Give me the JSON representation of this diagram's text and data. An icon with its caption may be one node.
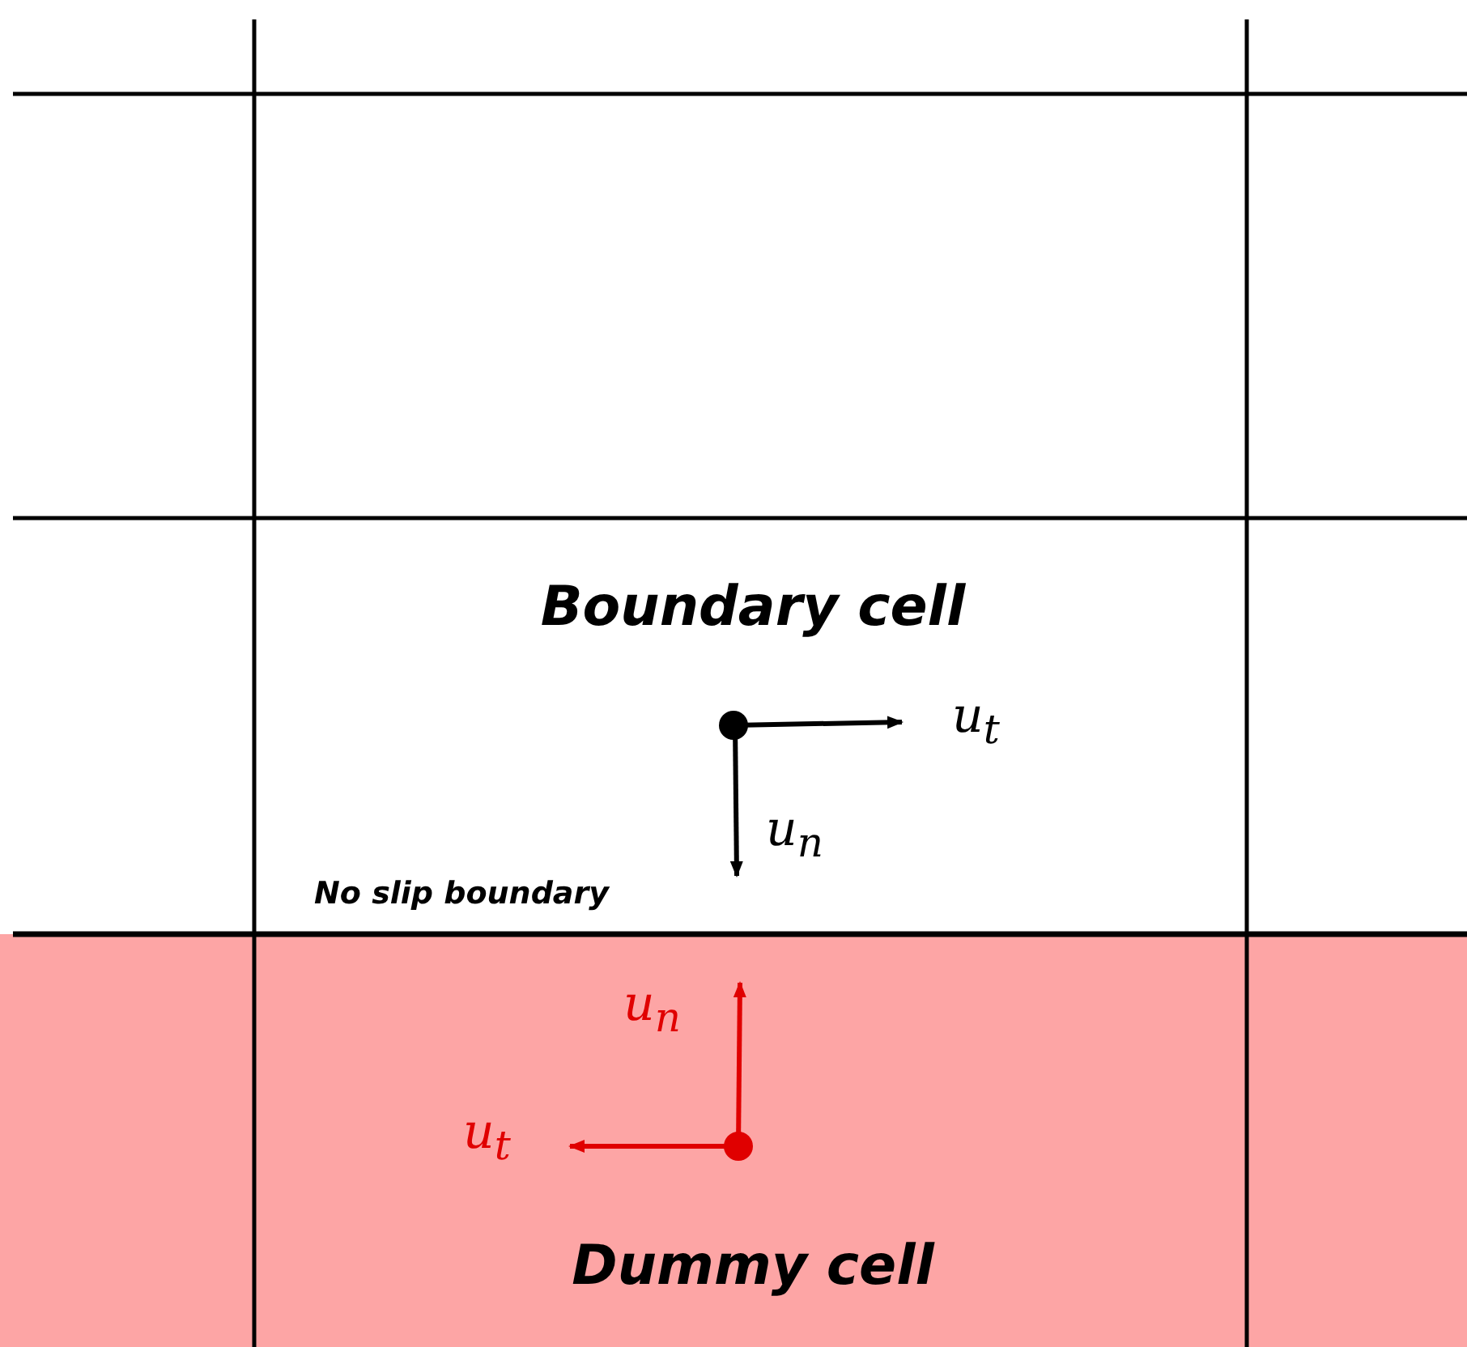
{
  "diagram": {
    "nodes": [
      {
        "text": [
          "Boundary cell"
        ]
      },
      {
        "text": [
          "Dummy cell"
        ]
      }
    ],
    "labels": [
      "u$_{t}$",
      "u$_{n}$",
      "No slip boundary",
      "u$_{n}$",
      "u$_{t}$"
    ]
  }
}
